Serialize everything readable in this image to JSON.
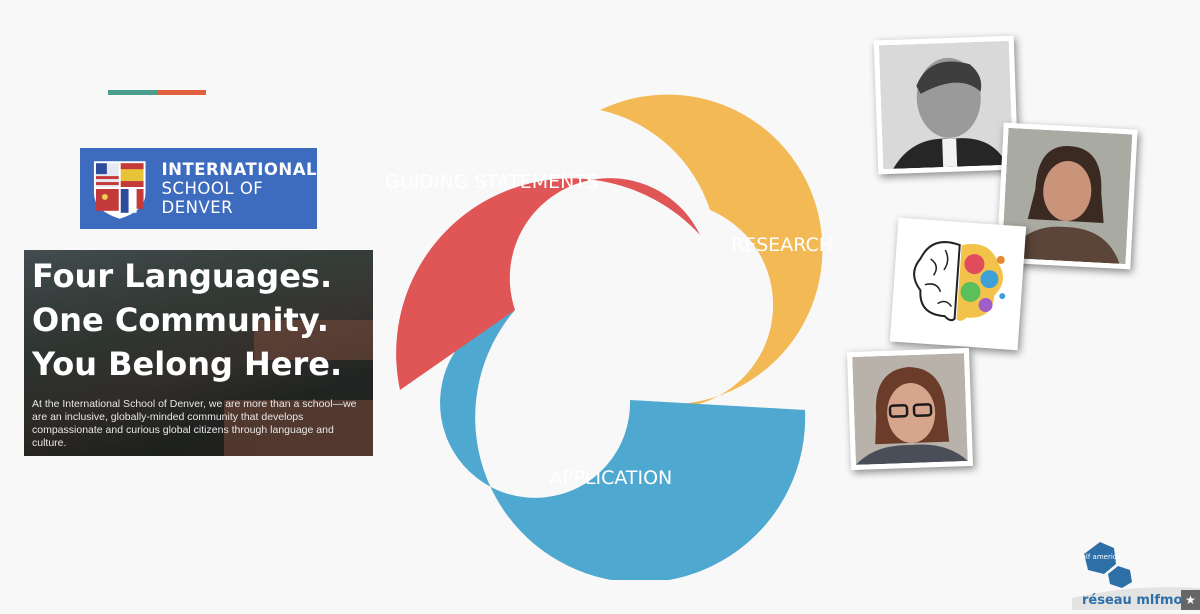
{
  "logo": {
    "line1": "INTERNATIONAL",
    "line2": "SCHOOL OF",
    "line3": "DENVER"
  },
  "promo": {
    "headline": [
      "Four Languages.",
      "One Community.",
      "You Belong Here."
    ],
    "body": "At the International School of Denver, we are more than a school—we are an inclusive, globally-minded community that develops compassionate and curious global citizens through language and culture."
  },
  "cycle": {
    "segments": [
      {
        "label": "GUIDING STATEMENTS",
        "color": "#e05556"
      },
      {
        "label": "RESEARCH",
        "color": "#f3b955"
      },
      {
        "label": "APPLICATION",
        "color": "#4fa8cf"
      }
    ]
  },
  "photos": [
    {
      "name": "man-portrait"
    },
    {
      "name": "woman-portrait"
    },
    {
      "name": "brain-illustration"
    },
    {
      "name": "woman-with-glasses-portrait"
    }
  ],
  "brand": {
    "mlf_badge": "mlf america",
    "reseau": "réseau mlfmo"
  },
  "colors": {
    "teal_accent": "#4a9e8c",
    "orange_accent": "#e2603e",
    "logo_blue": "#3d6bbd"
  }
}
